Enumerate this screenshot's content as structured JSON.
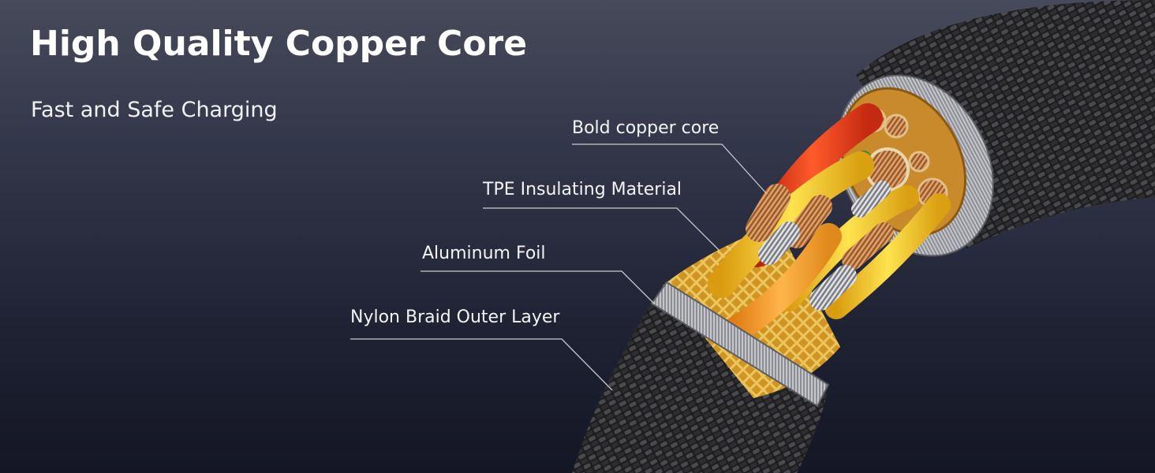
{
  "heading": {
    "title": "High Quality Copper Core",
    "subtitle": "Fast and Safe Charging"
  },
  "callouts": [
    {
      "label": "Bold copper core"
    },
    {
      "label": "TPE Insulating Material"
    },
    {
      "label": "Aluminum Foil"
    },
    {
      "label": "Nylon Braid Outer Layer"
    }
  ],
  "colors": {
    "background_top": "#464a5a",
    "background_bottom": "#141624",
    "text": "#ffffff",
    "braid": "#2b2b2d",
    "copper": "#c8834a",
    "insulation_yellow": "#f3c51a",
    "insulation_red": "#e4381c",
    "foil": "#e8a92a",
    "ring_silver": "#a9aab0"
  }
}
